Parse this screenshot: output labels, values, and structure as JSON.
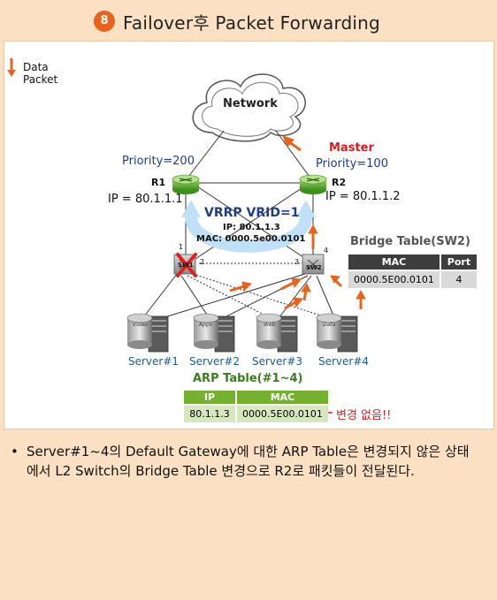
{
  "header": {
    "step_number": "8",
    "title": "Failover후 Packet Forwarding"
  },
  "legend": {
    "label": "Data Packet"
  },
  "network": {
    "label": "Network"
  },
  "r1": {
    "name": "R1",
    "priority": "Priority=200",
    "ip": "IP = 80.1.1.1"
  },
  "r2": {
    "status": "Master",
    "name": "R2",
    "priority": "Priority=100",
    "ip": "IP = 80.1.1.2"
  },
  "vrrp": {
    "title": "VRRP VRID=1",
    "ip": "IP: 80.1.1.3",
    "mac": "MAC: 0000.5e00.0101"
  },
  "sw1": {
    "label": "SW1",
    "port1": "1",
    "port2": "2"
  },
  "sw2": {
    "label": "SW2",
    "port3": "3",
    "port4": "4"
  },
  "bridge_table": {
    "title": "Bridge Table(SW2)",
    "headers": [
      "MAC",
      "Port"
    ],
    "row": [
      "0000.5E00.0101",
      "4"
    ]
  },
  "servers": [
    {
      "name": "Server#1",
      "tag": "Video"
    },
    {
      "name": "Server#2",
      "tag": "Apps"
    },
    {
      "name": "Server#3",
      "tag": "Web"
    },
    {
      "name": "Server#4",
      "tag": "Data"
    }
  ],
  "arp_table": {
    "title": "ARP Table(#1~4)",
    "headers": [
      "IP",
      "MAC"
    ],
    "row": [
      "80.1.1.3",
      "0000.5E00.0101"
    ],
    "note": "변경 없음!!"
  },
  "bullet": {
    "text": "Server#1~4의 Default Gateway에 대한 ARP Table은 변경되지 않은 상태에서 L2 Switch의 Bridge Table 변경으로 R2로 패킷들이 전달된다."
  },
  "colors": {
    "accent": "#e8641e",
    "blue_label": "#1f3b8c",
    "master": "#d81e1e",
    "arp_green": "#76b031",
    "background": "#fce0c4"
  }
}
